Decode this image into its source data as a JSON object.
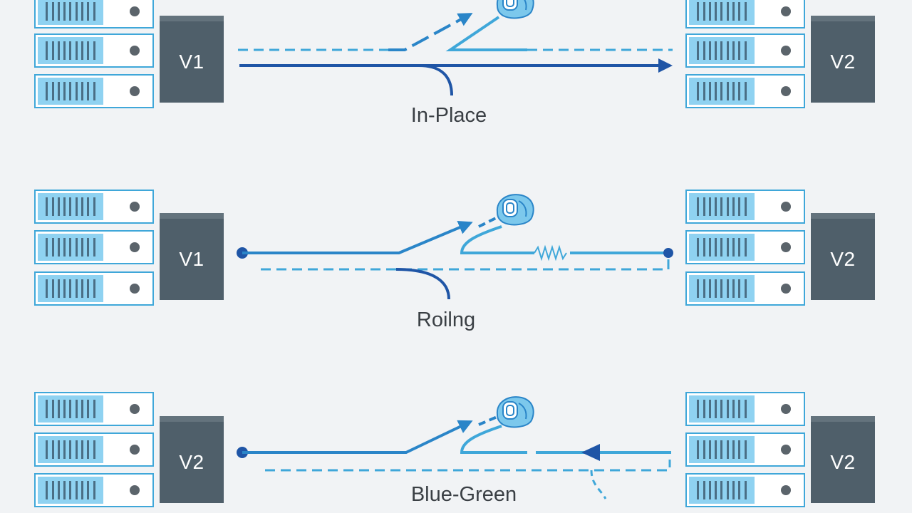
{
  "sections": [
    {
      "label": "In-Place",
      "left_version": "V1",
      "right_version": "V2"
    },
    {
      "label": "Roilng",
      "left_version": "V1",
      "right_version": "V2"
    },
    {
      "label": "Blue-Green",
      "left_version": "V2",
      "right_version": "V2"
    }
  ],
  "colors": {
    "dark_blue": "#1f55a6",
    "light_blue": "#3fa7d9",
    "server_fill": "#8fd2f1",
    "version_box": "#4f5f6a",
    "background": "#f1f3f5"
  },
  "icons": [
    "server-rack-icon",
    "switch-icon"
  ]
}
